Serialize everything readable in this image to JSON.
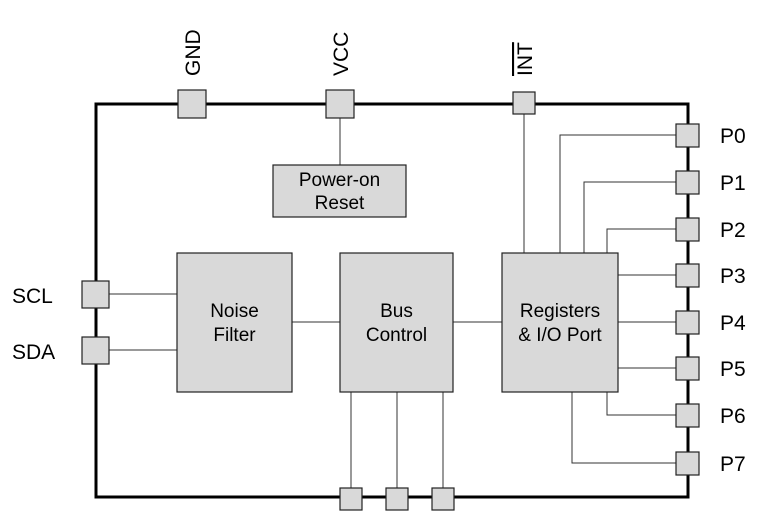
{
  "pins": {
    "gnd": "GND",
    "vcc": "VCC",
    "int": "INT",
    "scl": "SCL",
    "sda": "SDA",
    "ports": [
      "P0",
      "P1",
      "P2",
      "P3",
      "P4",
      "P5",
      "P6",
      "P7"
    ]
  },
  "blocks": {
    "power_on_reset": [
      "Power-on",
      "Reset"
    ],
    "noise_filter": [
      "Noise",
      "Filter"
    ],
    "bus_control": [
      "Bus",
      "Control"
    ],
    "registers": [
      "Registers",
      "& I/O Port"
    ]
  },
  "colors": {
    "block_fill": "#d9d9d9",
    "outline": "#000000",
    "wire": "#333333"
  }
}
